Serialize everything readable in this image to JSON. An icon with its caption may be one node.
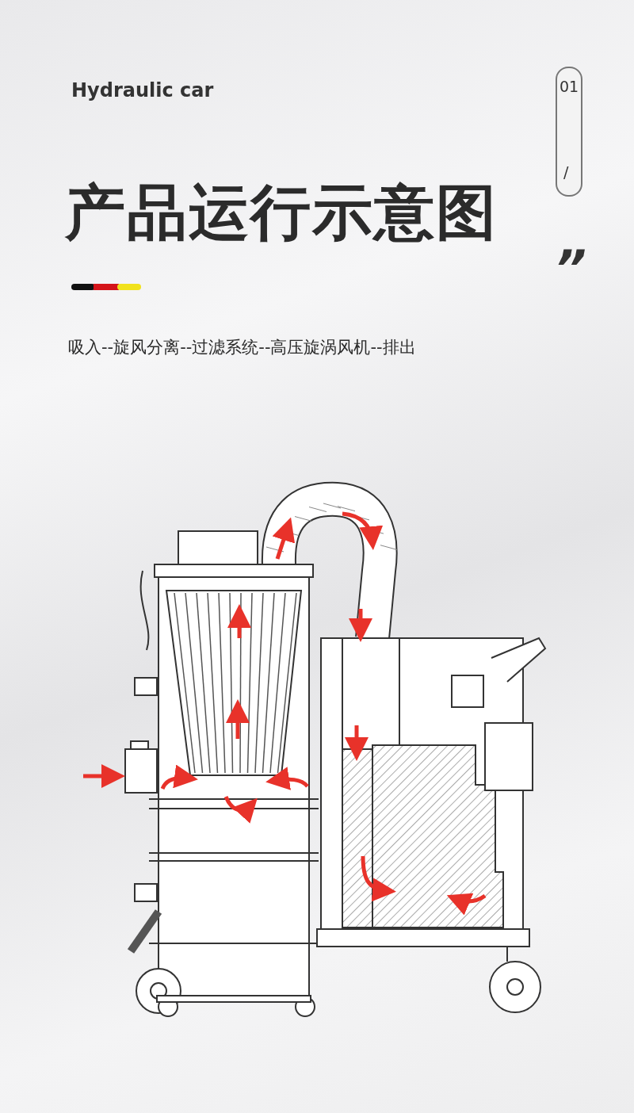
{
  "diagram": {
    "title": "产品运行示意图",
    "labels": [
      "Hydraulic car",
      "01",
      "/",
      "”",
      "吸入--旋风分离--过滤系统--高压旋涡风机--排出"
    ]
  }
}
